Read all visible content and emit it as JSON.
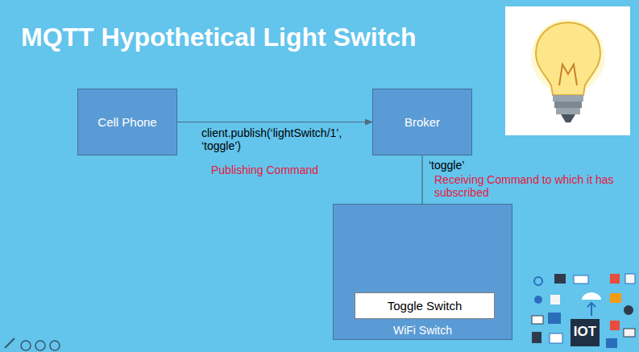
{
  "diagram": {
    "title": "MQTT Hypothetical Light Switch",
    "nodes": [
      {
        "text": [
          "Cell Phone"
        ]
      },
      {
        "text": [
          "Broker"
        ]
      },
      {
        "text": [
          "WiFi Switch"
        ]
      },
      {
        "text": [
          "Toggle Switch"
        ],
        "in": 2
      }
    ],
    "edges": [
      {
        "from": 0,
        "to": 1,
        "arrow": "to",
        "label": "client.publish(‘lightSwitch/1’, ‘toggle’)"
      },
      {
        "from": 1,
        "to": 3,
        "arrow": "to",
        "label": "‘toggle’"
      }
    ],
    "labels": [
      "Publishing Command",
      "Receiving Command to which it has subscribed",
      "IOT"
    ]
  }
}
